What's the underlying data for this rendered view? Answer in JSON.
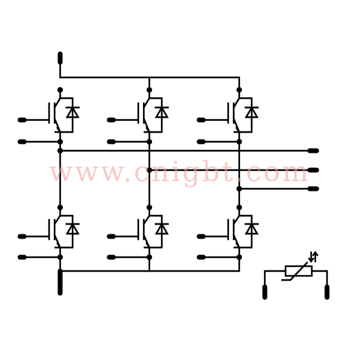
{
  "watermark": {
    "text": "www.cnigbt.com",
    "color": "#f0a0a0"
  },
  "diagram": {
    "kind": "IGBT six-pack module schematic with NTC thermistor",
    "line_color": "#000000",
    "switch_count": 6,
    "phase_outputs": 3,
    "thermistor_symbol": "ntc-thermistor-icon"
  }
}
